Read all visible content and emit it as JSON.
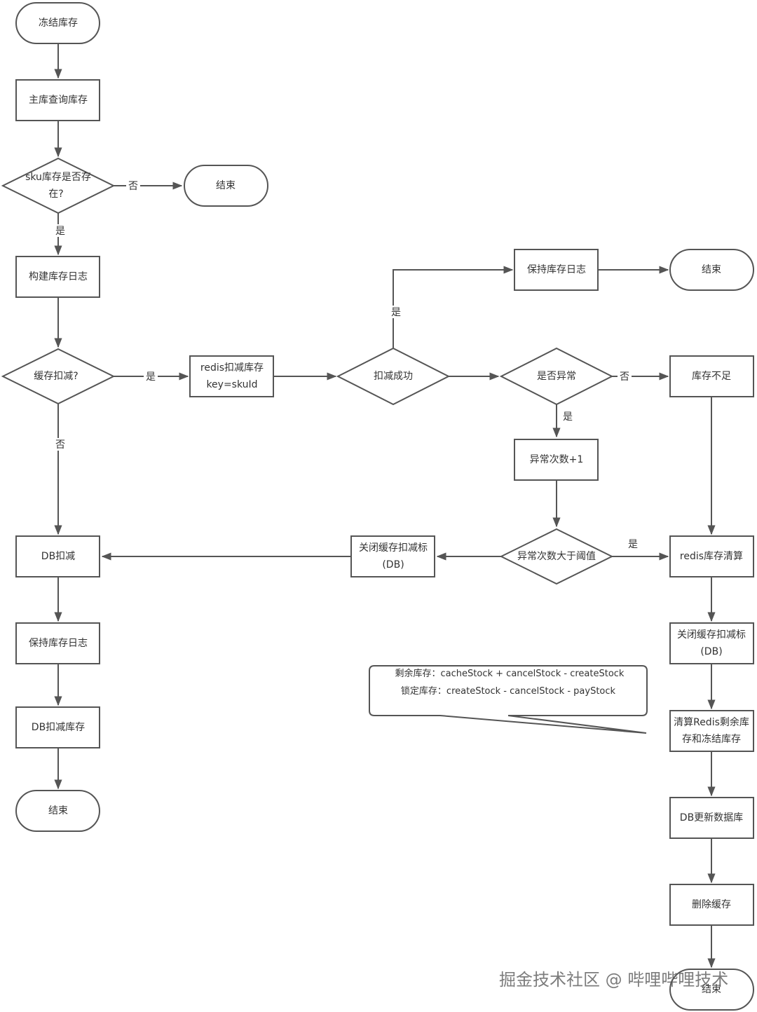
{
  "nodes": {
    "start": {
      "text": [
        "冻结库存"
      ]
    },
    "query": {
      "text": [
        "主库查询库存"
      ]
    },
    "sku_exists": {
      "text": [
        "sku库存是否存",
        "在?"
      ]
    },
    "end_top": {
      "text": [
        "结束"
      ]
    },
    "build_log": {
      "text": [
        "构建库存日志"
      ]
    },
    "cache_deduct": {
      "text": [
        "缓存扣减?"
      ]
    },
    "redis_deduct": {
      "text": [
        "redis扣减库存",
        "key=skuId"
      ]
    },
    "deduct_success": {
      "text": [
        "扣减成功"
      ]
    },
    "keep_log_top": {
      "text": [
        "保持库存日志"
      ]
    },
    "end_right_top": {
      "text": [
        "结束"
      ]
    },
    "is_exception": {
      "text": [
        "是否异常"
      ]
    },
    "insufficient": {
      "text": [
        "库存不足"
      ]
    },
    "exception_count": {
      "text": [
        "异常次数+1"
      ]
    },
    "over_threshold": {
      "text": [
        "异常次数大于阈值"
      ]
    },
    "close_flag_mid": {
      "text": [
        "关闭缓存扣减标",
        "(DB)"
      ]
    },
    "db_deduct": {
      "text": [
        "DB扣减"
      ]
    },
    "keep_log_left": {
      "text": [
        "保持库存日志"
      ]
    },
    "db_deduct_stock": {
      "text": [
        "DB扣减库存"
      ]
    },
    "end_left": {
      "text": [
        "结束"
      ]
    },
    "redis_clear": {
      "text": [
        "redis库存清算"
      ]
    },
    "close_flag_right": {
      "text": [
        "关闭缓存扣减标",
        "(DB)"
      ]
    },
    "settle": {
      "text": [
        "清算Redis剩余库",
        "存和冻结库存"
      ]
    },
    "db_update": {
      "text": [
        "DB更新数据库"
      ]
    },
    "delete_cache": {
      "text": [
        "删除缓存"
      ]
    },
    "end_bottom": {
      "text": [
        "结束"
      ]
    }
  },
  "edge_labels": {
    "sku_no": "否",
    "sku_yes": "是",
    "cache_yes": "是",
    "cache_no": "否",
    "success_yes": "是",
    "exception_no": "否",
    "exception_yes": "是",
    "threshold_yes": "是"
  },
  "note": {
    "lines": [
      "剩余库存：cacheStock + cancelStock - createStock",
      "锁定库存：createStock - cancelStock - payStock"
    ]
  },
  "watermark": "掘金技术社区 @ 哔哩哔哩技术",
  "colors": {
    "stroke": "#555555",
    "text": "#333333",
    "background": "#ffffff"
  }
}
